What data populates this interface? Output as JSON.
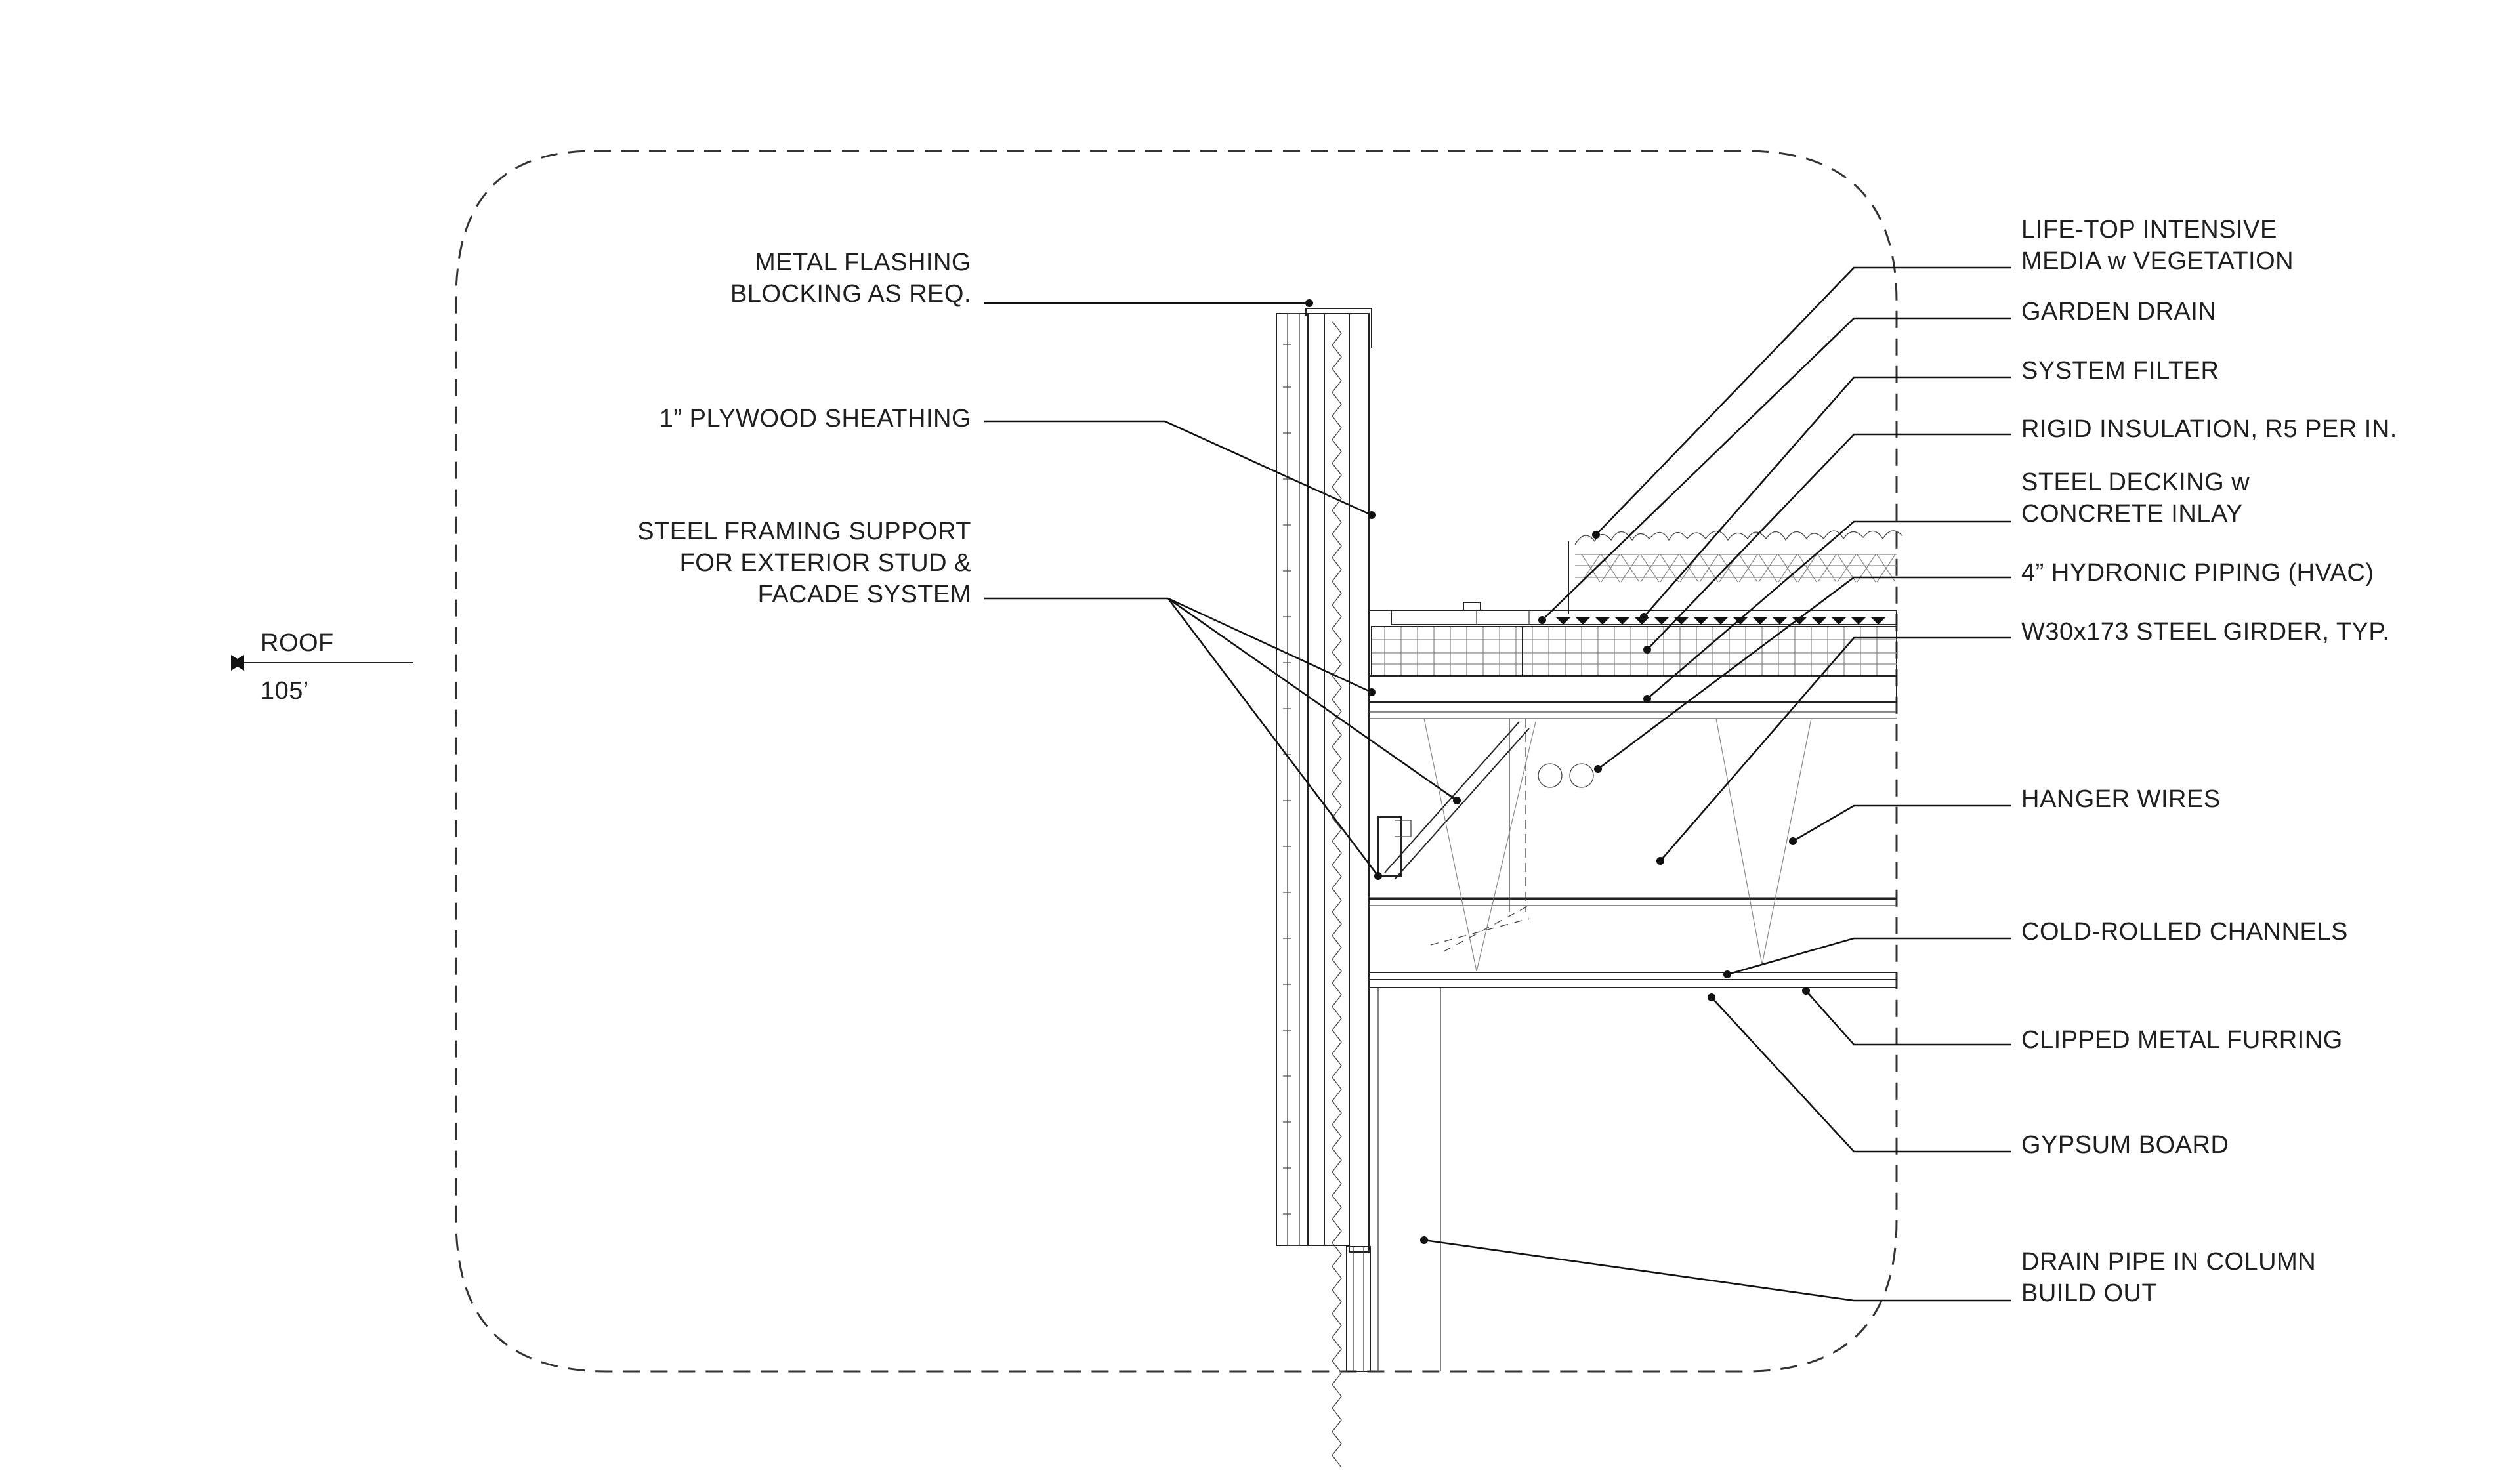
{
  "level_marker": {
    "name": "ROOF",
    "elevation": "105’"
  },
  "left_labels": {
    "metal_flashing": [
      "METAL FLASHING",
      "BLOCKING AS REQ."
    ],
    "plywood": [
      "1” PLYWOOD SHEATHING"
    ],
    "steel_framing": [
      "STEEL FRAMING SUPPORT",
      "FOR EXTERIOR STUD &",
      "FACADE SYSTEM"
    ]
  },
  "right_labels": {
    "life_top": [
      "LIFE-TOP INTENSIVE",
      "MEDIA w VEGETATION"
    ],
    "garden_drain": [
      "GARDEN DRAIN"
    ],
    "system_filter": [
      "SYSTEM FILTER"
    ],
    "rigid_insulation": [
      "RIGID INSULATION, R5 PER IN."
    ],
    "steel_decking": [
      "STEEL DECKING w",
      "CONCRETE INLAY"
    ],
    "hydronic": [
      "4” HYDRONIC PIPING (HVAC)"
    ],
    "girder": [
      "W30x173 STEEL GIRDER, TYP."
    ],
    "hanger_wires": [
      "HANGER WIRES"
    ],
    "cold_rolled": [
      "COLD-ROLLED CHANNELS"
    ],
    "clipped_furring": [
      "CLIPPED METAL FURRING"
    ],
    "gypsum": [
      "GYPSUM BOARD"
    ],
    "drain_pipe": [
      "DRAIN PIPE IN COLUMN",
      "BUILD OUT"
    ]
  }
}
